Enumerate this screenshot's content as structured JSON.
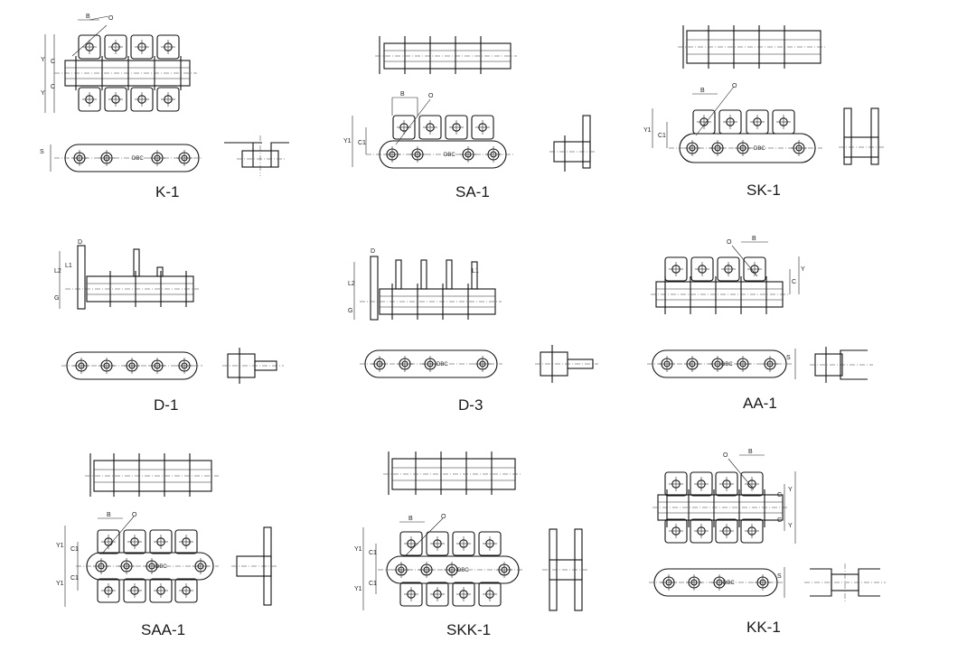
{
  "diagram": {
    "labels": {
      "B": "B",
      "C": "C",
      "Y": "Y",
      "S": "S",
      "C1": "C1",
      "Y1": "Y1",
      "D": "D",
      "L1": "L1",
      "L2": "L2",
      "G": "G",
      "phi": "O",
      "DBC": "DBC"
    },
    "attachments": [
      {
        "name": "K-1"
      },
      {
        "name": "SA-1"
      },
      {
        "name": "SK-1"
      },
      {
        "name": "D-1"
      },
      {
        "name": "D-3"
      },
      {
        "name": "AA-1"
      },
      {
        "name": "SAA-1"
      },
      {
        "name": "SKK-1"
      },
      {
        "name": "KK-1"
      }
    ]
  }
}
